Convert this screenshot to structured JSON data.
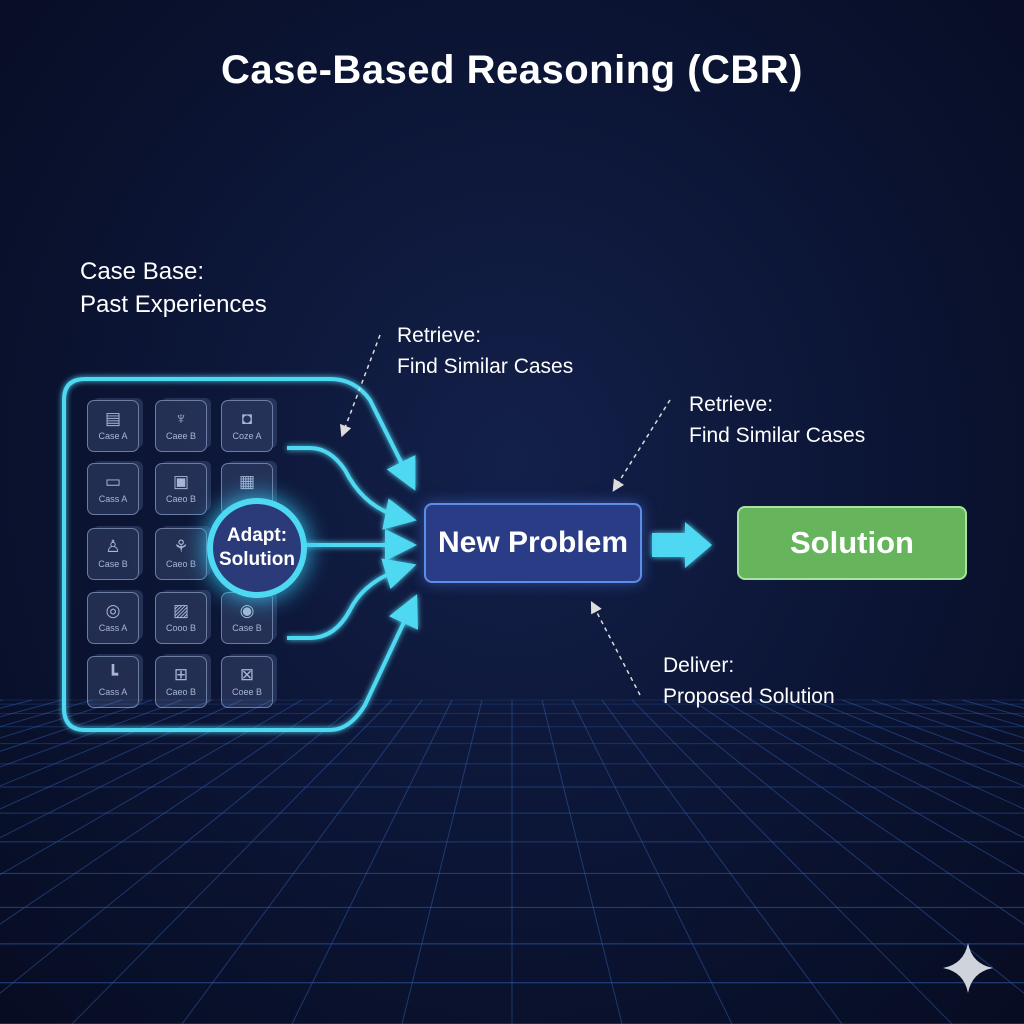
{
  "title": "Case-Based Reasoning (CBR)",
  "case_base": {
    "line1": "Case Base:",
    "line2": "Past Experiences"
  },
  "retrieve_left": {
    "line1": "Retrieve:",
    "line2": "Find Similar Cases"
  },
  "retrieve_right": {
    "line1": "Retrieve:",
    "line2": "Find Similar Cases"
  },
  "deliver": {
    "line1": "Deliver:",
    "line2": "Proposed Solution"
  },
  "adapt": {
    "line1": "Adapt:",
    "line2": "Solution"
  },
  "new_problem": "New Problem",
  "solution": "Solution",
  "tiles": [
    {
      "icon": "▤",
      "label": "Case A"
    },
    {
      "icon": "♆",
      "label": "Caee B"
    },
    {
      "icon": "◘",
      "label": "Coze A"
    },
    {
      "icon": "▭",
      "label": "Cass A"
    },
    {
      "icon": "▣",
      "label": "Caeo B"
    },
    {
      "icon": "▦",
      "label": ""
    },
    {
      "icon": "♙",
      "label": "Case B"
    },
    {
      "icon": "⚘",
      "label": "Caeo B"
    },
    {
      "icon": "",
      "label": ""
    },
    {
      "icon": "◎",
      "label": "Cass A"
    },
    {
      "icon": "▨",
      "label": "Cooo B"
    },
    {
      "icon": "◉",
      "label": "Case B"
    },
    {
      "icon": "┗",
      "label": "Cass A"
    },
    {
      "icon": "⊞",
      "label": "Caeo B"
    },
    {
      "icon": "⊠",
      "label": "Coee B"
    }
  ],
  "colors": {
    "accent": "#4fd8f2",
    "problem": "#2a3c86",
    "solution": "#66b55c"
  }
}
